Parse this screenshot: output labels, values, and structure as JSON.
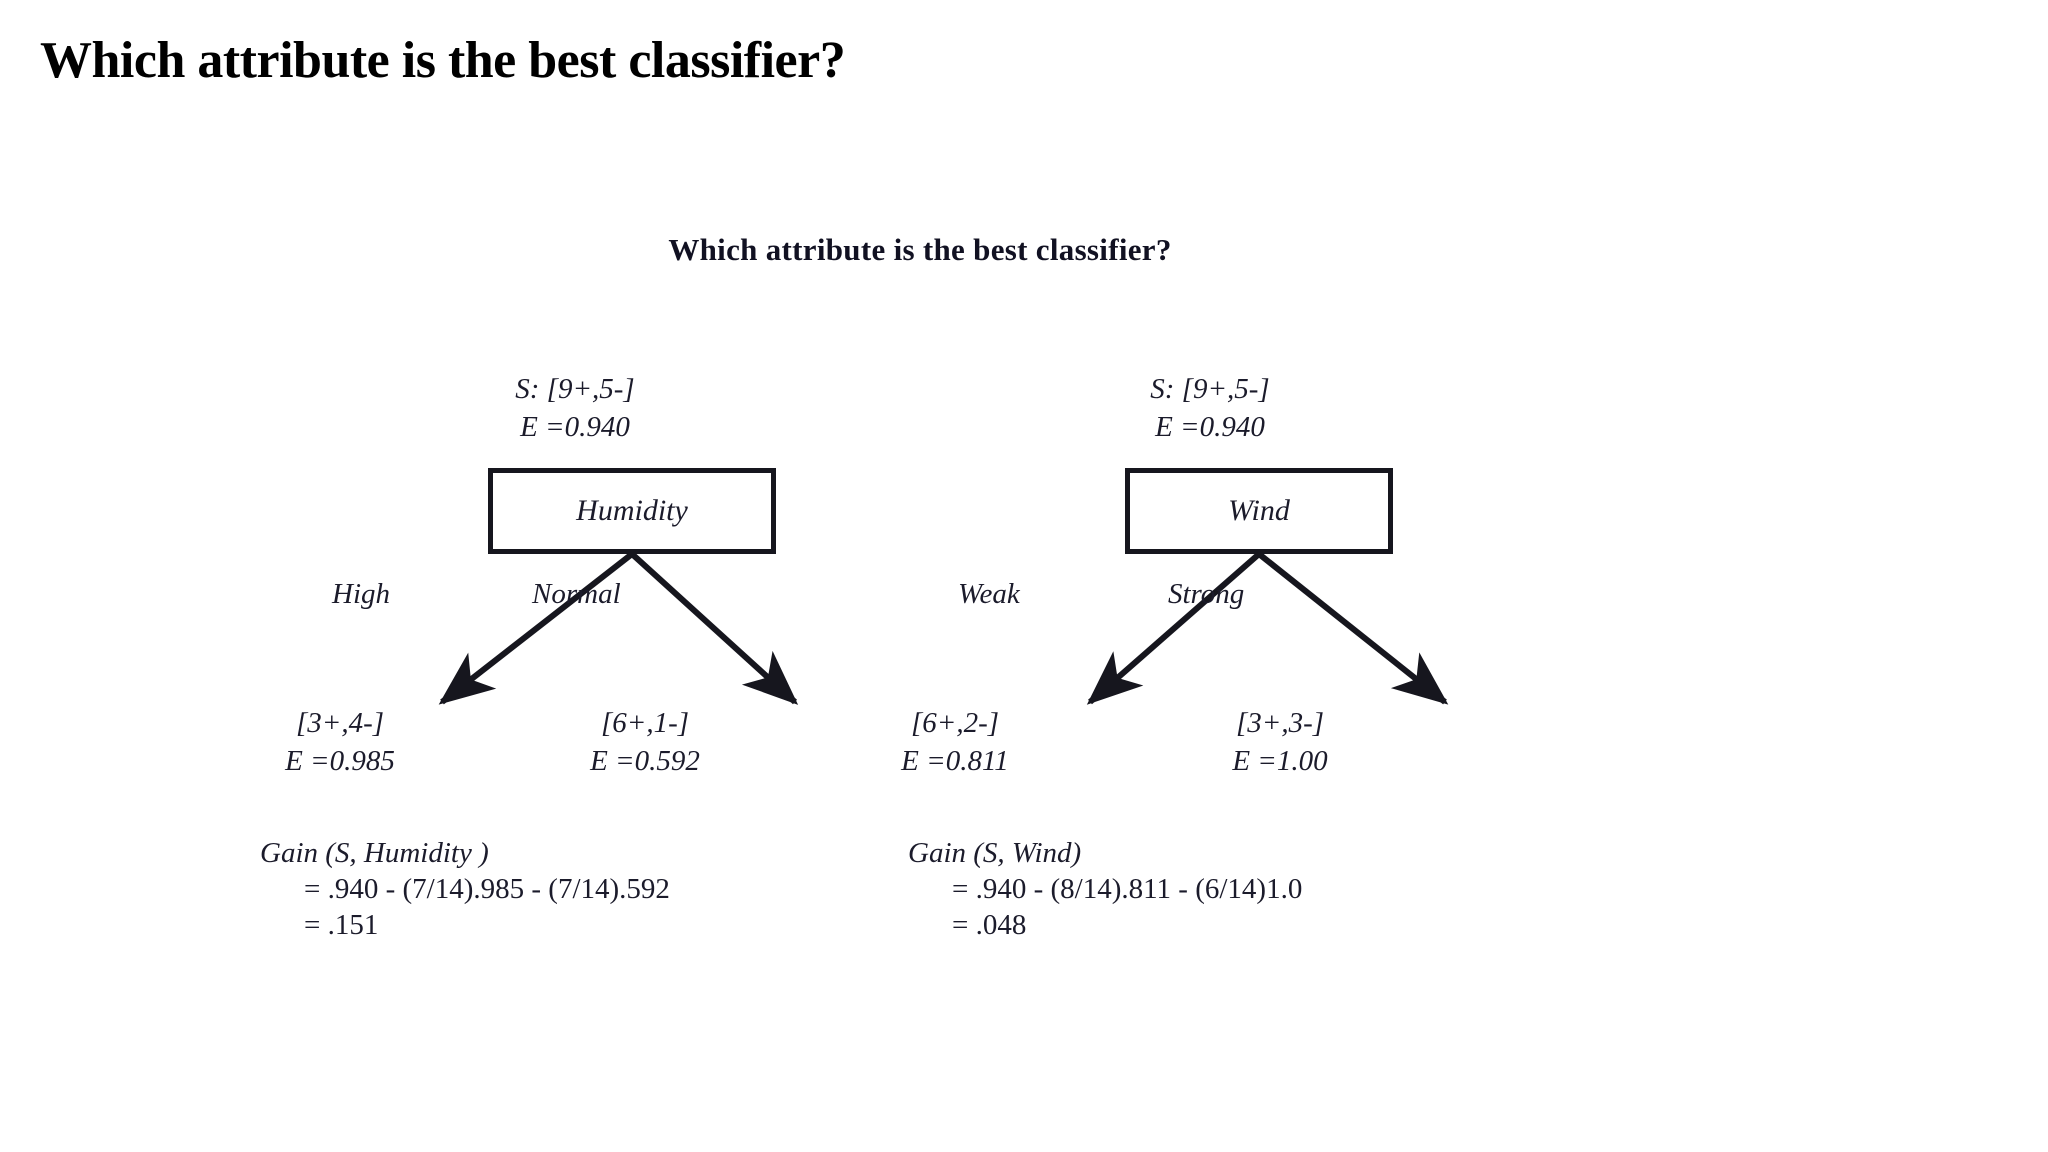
{
  "slide": {
    "title": "Which attribute is the best classifier?",
    "background_color": "#ffffff",
    "text_color": "#000000"
  },
  "figure": {
    "title": "Which attribute is the best classifier?",
    "ink_color": "#1b1b2b",
    "trees": [
      {
        "id": "humidity",
        "root_sample": "S: [9+,5-]",
        "root_entropy": "E =0.940",
        "attribute": "Humidity",
        "branches": [
          {
            "label": "High",
            "leaf_sample": "[3+,4-]",
            "leaf_entropy": "E =0.985"
          },
          {
            "label": "Normal",
            "leaf_sample": "[6+,1-]",
            "leaf_entropy": "E =0.592"
          }
        ],
        "gain_header": "Gain (S,  Humidity  )",
        "gain_lines": [
          "= .940 - (7/14).985 - (7/14).592",
          "= .151"
        ]
      },
      {
        "id": "wind",
        "root_sample": "S: [9+,5-]",
        "root_entropy": "E =0.940",
        "attribute": "Wind",
        "branches": [
          {
            "label": "Weak",
            "leaf_sample": "[6+,2-]",
            "leaf_entropy": "E =0.811"
          },
          {
            "label": "Strong",
            "leaf_sample": "[3+,3-]",
            "leaf_entropy": "E =1.00"
          }
        ],
        "gain_header": "Gain (S,  Wind)",
        "gain_lines": [
          "= .940 - (8/14).811 - (6/14)1.0",
          "= .048"
        ]
      }
    ]
  }
}
